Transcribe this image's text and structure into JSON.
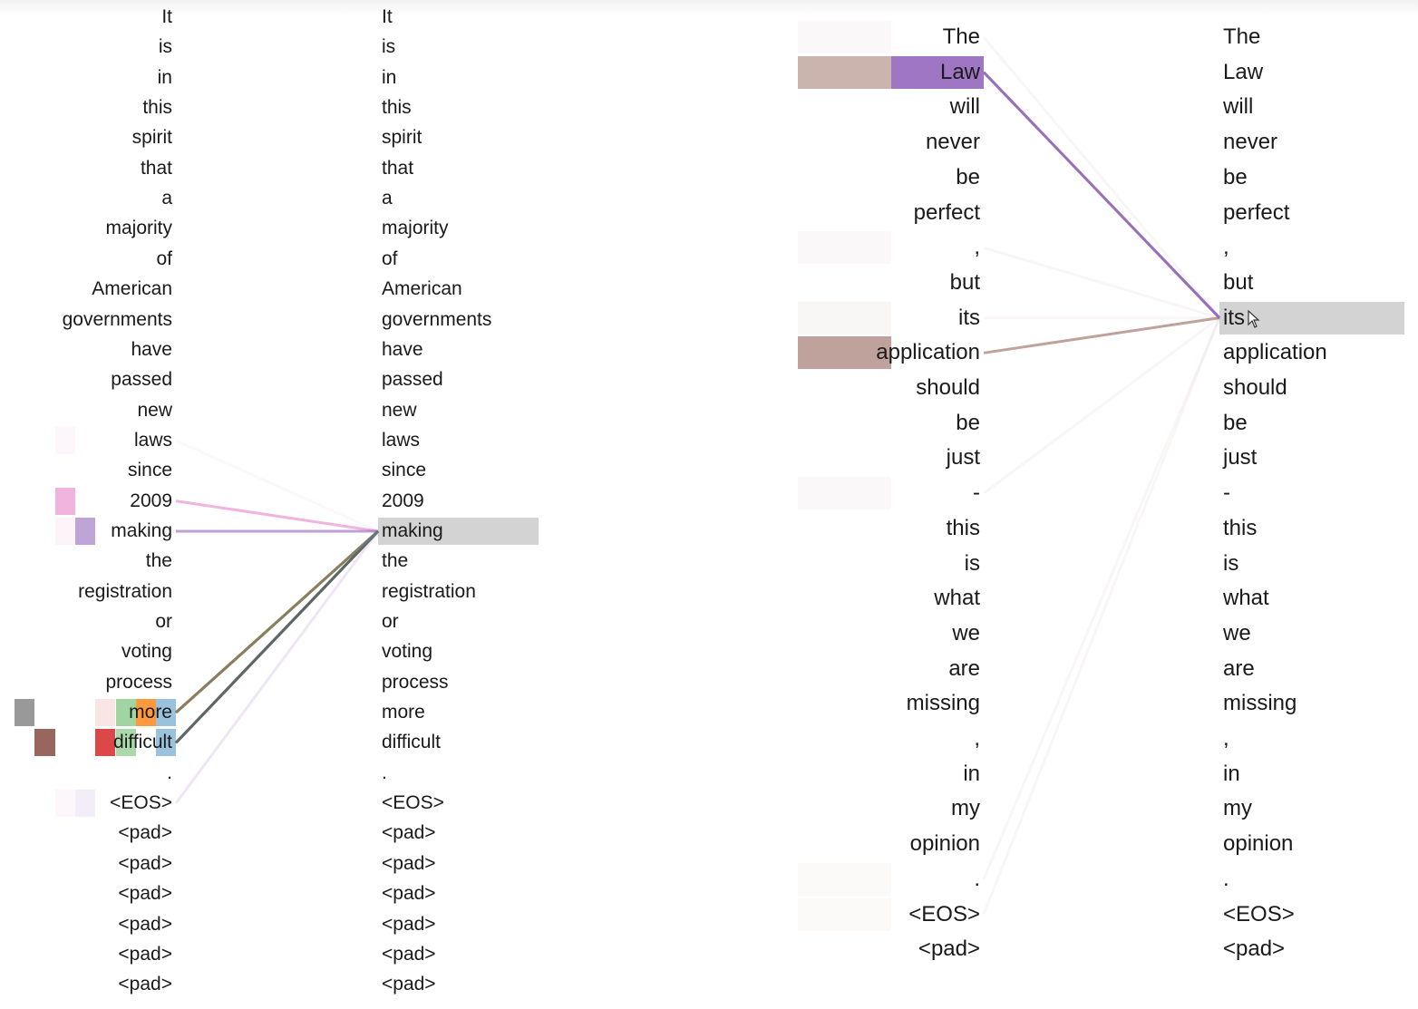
{
  "panel_one": {
    "tokens": [
      "It",
      "is",
      "in",
      "this",
      "spirit",
      "that",
      "a",
      "majority",
      "of",
      "American",
      "governments",
      "have",
      "passed",
      "new",
      "laws",
      "since",
      "2009",
      "making",
      "the",
      "registration",
      "or",
      "voting",
      "process",
      "more",
      "difficult",
      ".",
      "<EOS>",
      "<pad>",
      "<pad>",
      "<pad>",
      "<pad>",
      "<pad>",
      "<pad>"
    ],
    "selected_token_index": 17,
    "heads": [
      {
        "color": "#7f7f7f",
        "weights": [
          {
            "to": 23,
            "w": 0.8
          }
        ]
      },
      {
        "color": "#8c564b",
        "weights": [
          {
            "to": 24,
            "w": 0.9
          }
        ]
      },
      {
        "color": "#e377c2",
        "weights": [
          {
            "to": 16,
            "w": 0.55
          },
          {
            "to": 14,
            "w": 0.06
          },
          {
            "to": 17,
            "w": 0.08
          },
          {
            "to": 26,
            "w": 0.06
          }
        ]
      },
      {
        "color": "#9467bd",
        "weights": [
          {
            "to": 17,
            "w": 0.6
          },
          {
            "to": 26,
            "w": 0.12
          }
        ]
      },
      {
        "color": "#d62728",
        "weights": [
          {
            "to": 24,
            "w": 0.85
          },
          {
            "to": 23,
            "w": 0.12
          }
        ]
      },
      {
        "color": "#2ca02c",
        "weights": [
          {
            "to": 23,
            "w": 0.45
          },
          {
            "to": 24,
            "w": 0.4
          }
        ]
      },
      {
        "color": "#ff7f0e",
        "weights": [
          {
            "to": 23,
            "w": 0.8
          }
        ]
      },
      {
        "color": "#1f77b4",
        "weights": [
          {
            "to": 23,
            "w": 0.45
          },
          {
            "to": 24,
            "w": 0.45
          }
        ]
      }
    ]
  },
  "panel_two": {
    "tokens": [
      "The",
      "Law",
      "will",
      "never",
      "be",
      "perfect",
      ",",
      "but",
      "its",
      "application",
      "should",
      "be",
      "just",
      "-",
      "this",
      "is",
      "what",
      "we",
      "are",
      "missing",
      ",",
      "in",
      "my",
      "opinion",
      ".",
      "<EOS>",
      "<pad>"
    ],
    "selected_token_index": 8,
    "heads": [
      {
        "color": "#8c564b",
        "weights": [
          {
            "to": 1,
            "w": 0.45
          },
          {
            "to": 9,
            "w": 0.55
          },
          {
            "to": 0,
            "w": 0.04
          },
          {
            "to": 6,
            "w": 0.04
          },
          {
            "to": 8,
            "w": 0.05
          },
          {
            "to": 13,
            "w": 0.04
          },
          {
            "to": 24,
            "w": 0.03
          },
          {
            "to": 25,
            "w": 0.03
          }
        ]
      },
      {
        "color": "#9467bd",
        "weights": [
          {
            "to": 1,
            "w": 0.9
          }
        ]
      }
    ]
  },
  "colors": {
    "selection_highlight": "#d3d3d3",
    "text": "#1a1a1a"
  },
  "icons": [
    "mouse-pointer-icon"
  ]
}
